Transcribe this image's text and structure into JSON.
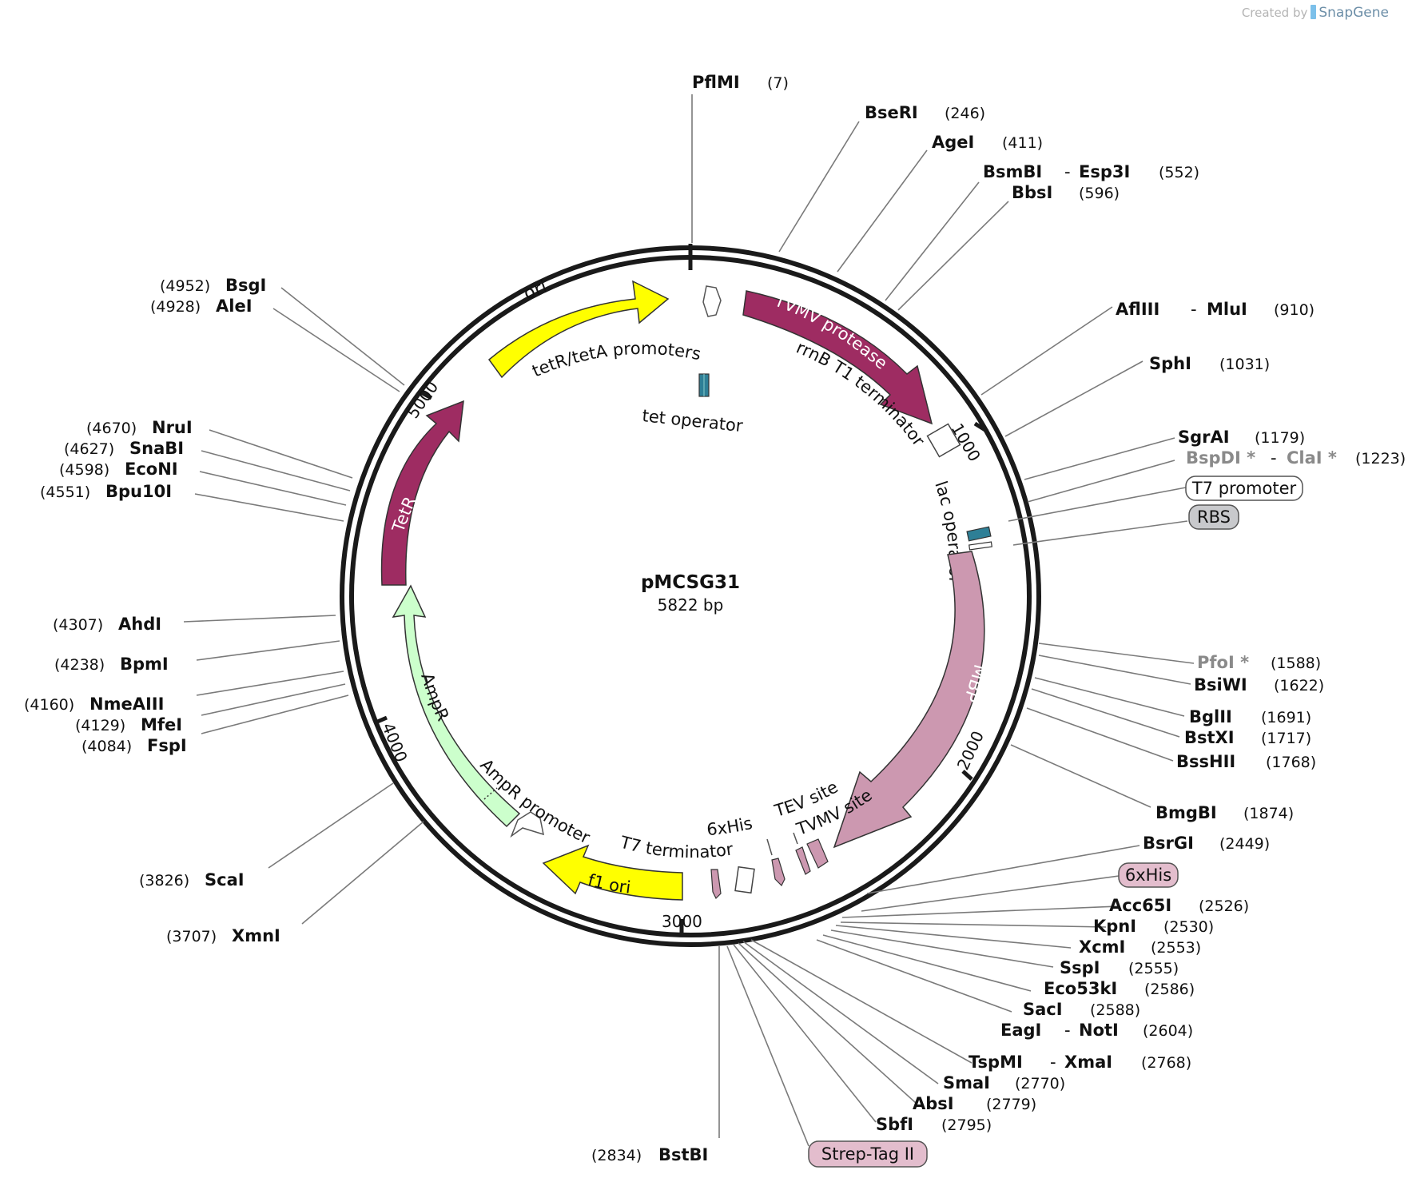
{
  "credit": {
    "prefix": "Created by",
    "brand": "SnapGene"
  },
  "plasmid": {
    "name": "pMCSG31",
    "size_label": "5822 bp",
    "length": 5822
  },
  "colors": {
    "backbone": "#1a1a1a",
    "ori": "#ffff00",
    "tetR": "#9e2c62",
    "tvmv": "#9e2c62",
    "mbp": "#cc98b0",
    "ampR": "#ccffcc",
    "operator": "#2e7f96",
    "tag": "#cc98b0",
    "leader": "#7a7a7a",
    "box_pink_fill": "#e3bdcd",
    "box_grey_fill": "#c8c9cc"
  },
  "ticks": [
    "1000",
    "2000",
    "3000",
    "4000",
    "5000"
  ],
  "features": {
    "ori": "ori",
    "tetR": "TetR",
    "tvmv": "TVMV protease",
    "mbp": "MBP",
    "ampR": "AmpR",
    "f1": "f1 ori",
    "tet_promoters": "tetR/tetA promoters",
    "tet_operator": "tet operator",
    "rrnb": "rrnB T1 terminator",
    "lac": "lac operator",
    "ampR_prom": "AmpR promoter",
    "t7_term": "T7 terminator",
    "his": "6xHis",
    "tev": "TEV site",
    "tvmv_site": "TVMV site"
  },
  "enzymes": [
    {
      "name": "PflMI",
      "pos": "(7)"
    },
    {
      "name": "BseRI",
      "pos": "(246)"
    },
    {
      "name": "AgeI",
      "pos": "(411)"
    },
    {
      "name": "BsmBI",
      "name2": "Esp3I",
      "pos": "(552)"
    },
    {
      "name": "BbsI",
      "pos": "(596)"
    },
    {
      "name": "AflIII",
      "name2": "MluI",
      "pos": "(910)"
    },
    {
      "name": "SphI",
      "pos": "(1031)"
    },
    {
      "name": "SgrAI",
      "pos": "(1179)"
    },
    {
      "name": "BspDI *",
      "name2": "ClaI *",
      "pos": "(1223)"
    },
    {
      "name": "PfoI *",
      "pos": "(1588)"
    },
    {
      "name": "BsiWI",
      "pos": "(1622)"
    },
    {
      "name": "BglII",
      "pos": "(1691)"
    },
    {
      "name": "BstXI",
      "pos": "(1717)"
    },
    {
      "name": "BssHII",
      "pos": "(1768)"
    },
    {
      "name": "BmgBI",
      "pos": "(1874)"
    },
    {
      "name": "BsrGI",
      "pos": "(2449)"
    },
    {
      "name": "Acc65I",
      "pos": "(2526)"
    },
    {
      "name": "KpnI",
      "pos": "(2530)"
    },
    {
      "name": "XcmI",
      "pos": "(2553)"
    },
    {
      "name": "SspI",
      "pos": "(2555)"
    },
    {
      "name": "Eco53kI",
      "pos": "(2586)"
    },
    {
      "name": "SacI",
      "pos": "(2588)"
    },
    {
      "name": "EagI",
      "name2": "NotI",
      "pos": "(2604)"
    },
    {
      "name": "TspMI",
      "name2": "XmaI",
      "pos": "(2768)"
    },
    {
      "name": "SmaI",
      "pos": "(2770)"
    },
    {
      "name": "AbsI",
      "pos": "(2779)"
    },
    {
      "name": "SbfI",
      "pos": "(2795)"
    },
    {
      "name": "BstBI",
      "pos": "(2834)"
    },
    {
      "name": "XmnI",
      "pos": "(3707)"
    },
    {
      "name": "ScaI",
      "pos": "(3826)"
    },
    {
      "name": "FspI",
      "pos": "(4084)"
    },
    {
      "name": "MfeI",
      "pos": "(4129)"
    },
    {
      "name": "NmeAIII",
      "pos": "(4160)"
    },
    {
      "name": "BpmI",
      "pos": "(4238)"
    },
    {
      "name": "AhdI",
      "pos": "(4307)"
    },
    {
      "name": "Bpu10I",
      "pos": "(4551)"
    },
    {
      "name": "EcoNI",
      "pos": "(4598)"
    },
    {
      "name": "SnaBI",
      "pos": "(4627)"
    },
    {
      "name": "NruI",
      "pos": "(4670)"
    },
    {
      "name": "AleI",
      "pos": "(4928)"
    },
    {
      "name": "BsgI",
      "pos": "(4952)"
    }
  ],
  "feature_boxes": [
    {
      "label": "T7 promoter"
    },
    {
      "label": "RBS"
    },
    {
      "label": "6xHis"
    },
    {
      "label": "Strep-Tag II"
    }
  ]
}
